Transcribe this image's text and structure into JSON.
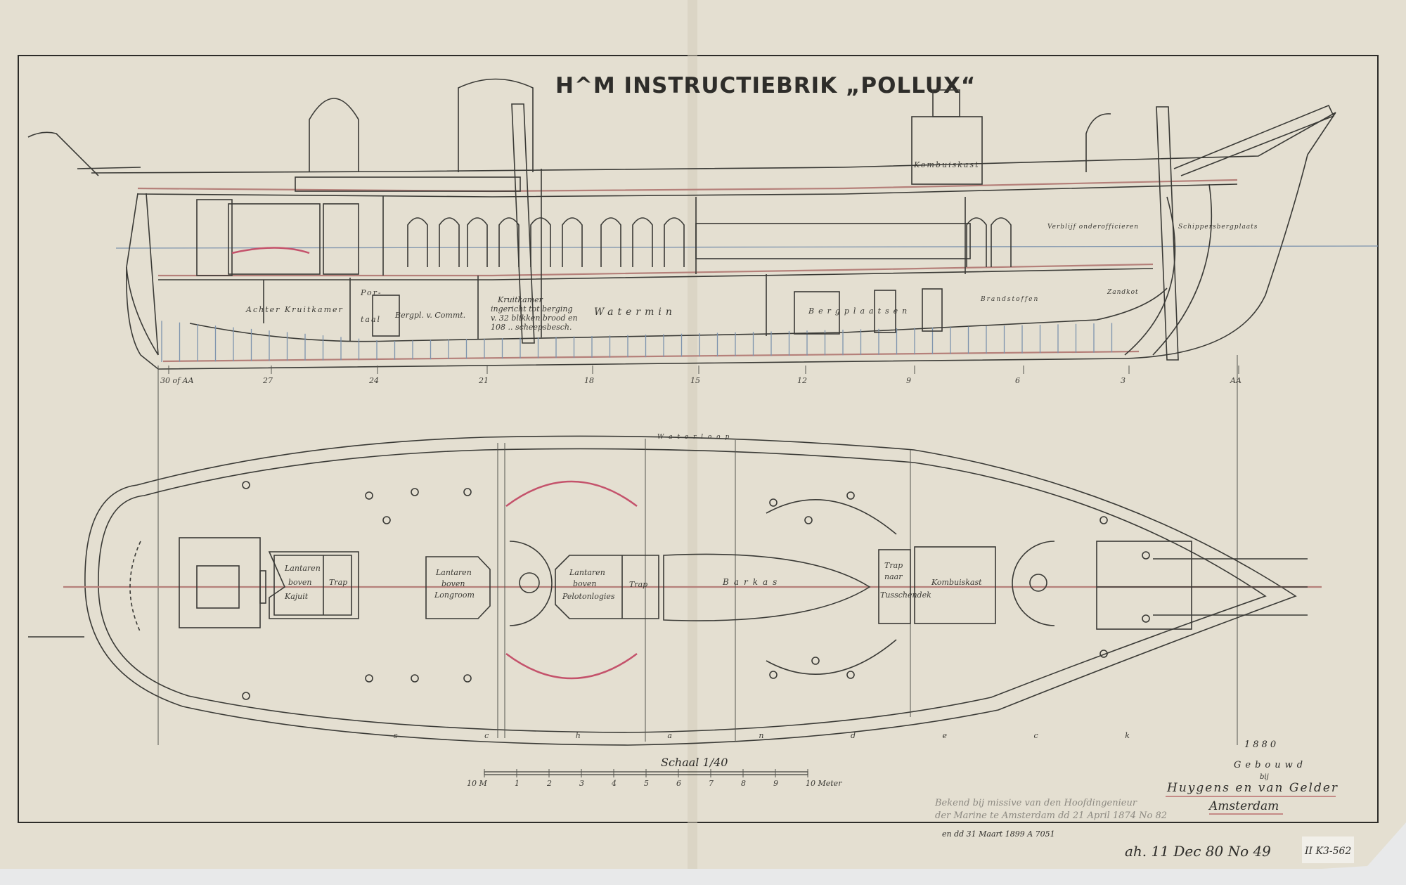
{
  "title": "H^M INSTRUCTIEBRIK „POLLUX“",
  "side_view": {
    "labels": {
      "kombuis": "Kombuiskast",
      "achter_kruitkamer": "Achter Kruitkamer",
      "portaal_1": "Por-",
      "portaal_2": "taal",
      "bergplaats_comm": "Bergpl. v. Commt.",
      "kruitkamer_1": "Kruitkamer",
      "kruitkamer_2": "ingericht tot berging",
      "kruitkamer_3": "v. 32 blikken brood en",
      "kruitkamer_4": "108 .. scheepsbesch.",
      "watermin": "Watermin",
      "bergplaatsen": "Bergplaatsen",
      "brandstoffen": "Brandstoffen",
      "verblijf": "Verblijf onderofficieren",
      "schippersbergplaats": "Schippersbergplaats",
      "zandkot": "Zandkot"
    },
    "frame_numbers": [
      "30 of AA",
      "27",
      "24",
      "21",
      "18",
      "15",
      "12",
      "9",
      "6",
      "3",
      "AA"
    ]
  },
  "deck_plan": {
    "labels": {
      "lantaren_kajuit_1": "Lantaren",
      "lantaren_kajuit_2": "boven",
      "lantaren_kajuit_3": "Kajuit",
      "trap_1": "Trap",
      "lantaren_longroom_1": "Lantaren",
      "lantaren_longroom_2": "boven",
      "lantaren_longroom_3": "Longroom",
      "lantaren_p_1": "Lantaren",
      "lantaren_p_2": "boven",
      "lantaren_p_3": "Pelotonlogies",
      "trap_2": "Trap",
      "barkas": "Barkas",
      "trap_3_1": "Trap",
      "trap_3_2": "naar",
      "trap_3_3": "Tusschendek",
      "kombuiskast": "Kombuiskast",
      "waterloop_top": "W a t e r l o o p",
      "schaal_letters": "s c h a n d e c k"
    }
  },
  "scale": {
    "label": "Schaal 1/40",
    "ticks": [
      "1",
      "2",
      "3",
      "4",
      "5",
      "6",
      "7",
      "8",
      "9",
      "10 Meter"
    ],
    "left_label": "10 M"
  },
  "builder": {
    "year": "1880",
    "built": "Gebouwd",
    "by": "bij",
    "yard": "Huygens en van Gelder",
    "city": "Amsterdam"
  },
  "notes": {
    "received_1": "Bekend bij missive van den Hoofdingenieur",
    "received_2": "der Marine te Amsterdam dd 21 April 1874 No 82",
    "received_3": "en dd 31 Maart 1899 A 7051",
    "catalog": "ah. 11 Dec 80 No 49",
    "archive_label": "II K3-562"
  },
  "colors": {
    "paper": "#e4dfd1",
    "ink": "#3a3a36",
    "red_line": "#b5807a",
    "pink": "#c4526b",
    "blue": "#7d93ad"
  }
}
